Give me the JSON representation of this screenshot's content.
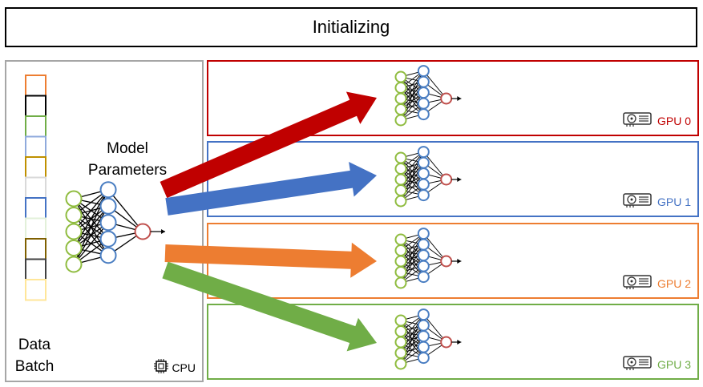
{
  "header": {
    "title": "Initializing"
  },
  "cpu": {
    "label": "CPU",
    "model_label_line1": "Model",
    "model_label_line2": "Parameters",
    "data_label_line1": "Data",
    "data_label_line2": "Batch",
    "batch_colors": [
      "#ed7d31",
      "#000000",
      "#70ad47",
      "#8faadc",
      "#bf9000",
      "#d9d9d9",
      "#4472c4",
      "#e2f0d9",
      "#7f6000",
      "#404040",
      "#ffe699"
    ]
  },
  "gpus": [
    {
      "label": "GPU 0",
      "color": "#c00000"
    },
    {
      "label": "GPU 1",
      "color": "#4472c4"
    },
    {
      "label": "GPU 2",
      "color": "#ed7d31"
    },
    {
      "label": "GPU 3",
      "color": "#70ad47"
    }
  ],
  "network": {
    "input_color": "#8fbc3f",
    "hidden_color": "#4a7ec2",
    "output_color": "#c0504d"
  },
  "icons": {
    "gpu": "gpu-card-icon",
    "cpu": "cpu-chip-icon"
  }
}
